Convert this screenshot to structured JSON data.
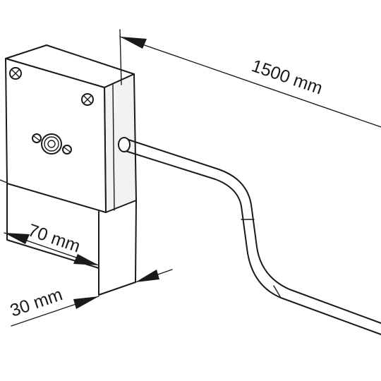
{
  "diagram": {
    "dimensions": {
      "cable_length": "1500 mm",
      "box_width": "70 mm",
      "box_depth": "30 mm"
    },
    "colors": {
      "line": "#1a1a1a",
      "background": "#ffffff"
    }
  }
}
